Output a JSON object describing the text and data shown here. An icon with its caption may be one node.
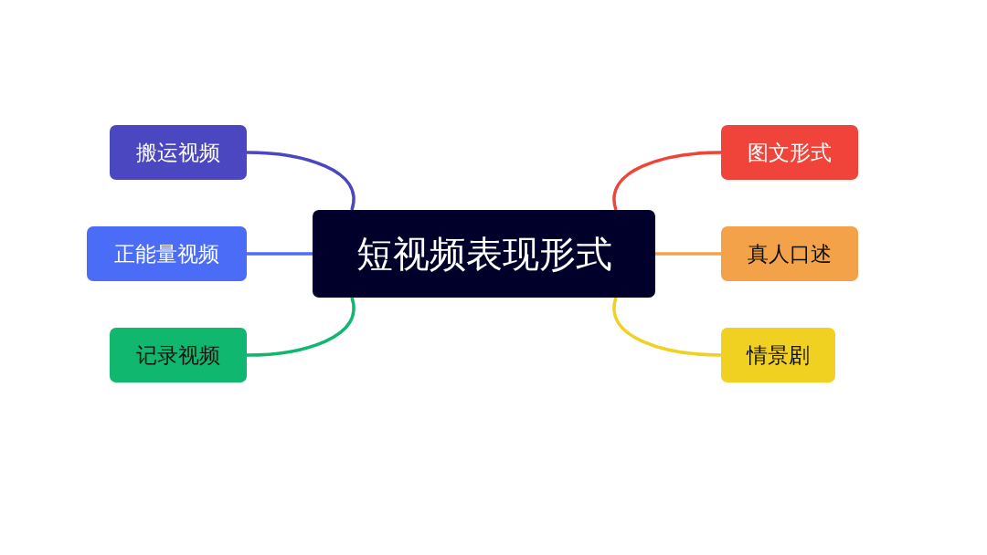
{
  "diagram": {
    "nodes": [
      {
        "text": [
          "短视频表现形式"
        ]
      },
      {
        "text": [
          "搬运视频"
        ]
      },
      {
        "text": [
          "正能量视频"
        ]
      },
      {
        "text": [
          "记录视频"
        ]
      },
      {
        "text": [
          "图文形式"
        ]
      },
      {
        "text": [
          "真人口述"
        ]
      },
      {
        "text": [
          "情景剧"
        ]
      }
    ],
    "edges": [
      {
        "from": 0,
        "to": 1,
        "arrow": "none",
        "color": "#4b47c0"
      },
      {
        "from": 0,
        "to": 2,
        "arrow": "none",
        "color": "#4a6cf7"
      },
      {
        "from": 0,
        "to": 3,
        "arrow": "none",
        "color": "#10b86f"
      },
      {
        "from": 0,
        "to": 4,
        "arrow": "none",
        "color": "#f0443a"
      },
      {
        "from": 0,
        "to": 5,
        "arrow": "none",
        "color": "#f4a24a"
      },
      {
        "from": 0,
        "to": 6,
        "arrow": "none",
        "color": "#f0d020"
      }
    ]
  }
}
